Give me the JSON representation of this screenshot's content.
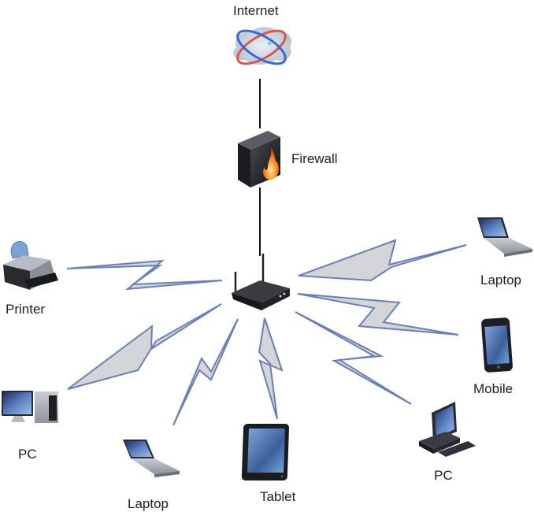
{
  "diagram": {
    "title": "Wireless home network topology",
    "nodes": {
      "internet": {
        "label": "Internet",
        "icon": "cloud-globe-icon"
      },
      "firewall": {
        "label": "Firewall",
        "icon": "firewall-icon"
      },
      "router": {
        "label": "",
        "icon": "wireless-router-icon"
      },
      "printer": {
        "label": "Printer",
        "icon": "printer-icon"
      },
      "pc_left": {
        "label": "PC",
        "icon": "desktop-pc-icon"
      },
      "laptop_bottom": {
        "label": "Laptop",
        "icon": "laptop-icon"
      },
      "tablet": {
        "label": "Tablet",
        "icon": "tablet-icon"
      },
      "pc_right": {
        "label": "PC",
        "icon": "workstation-pc-icon"
      },
      "mobile": {
        "label": "Mobile",
        "icon": "mobile-phone-icon"
      },
      "laptop_right": {
        "label": "Laptop",
        "icon": "laptop-icon"
      }
    },
    "edges": [
      {
        "from": "internet",
        "to": "firewall",
        "type": "wired"
      },
      {
        "from": "firewall",
        "to": "router",
        "type": "wired"
      },
      {
        "from": "router",
        "to": "printer",
        "type": "wireless"
      },
      {
        "from": "router",
        "to": "pc_left",
        "type": "wireless"
      },
      {
        "from": "router",
        "to": "laptop_bottom",
        "type": "wireless"
      },
      {
        "from": "router",
        "to": "tablet",
        "type": "wireless"
      },
      {
        "from": "router",
        "to": "pc_right",
        "type": "wireless"
      },
      {
        "from": "router",
        "to": "mobile",
        "type": "wireless"
      },
      {
        "from": "router",
        "to": "laptop_right",
        "type": "wireless"
      }
    ],
    "colors": {
      "bolt_fill": "#d4d5d8",
      "bolt_stroke": "#6a80b4",
      "wire": "#111111"
    }
  }
}
